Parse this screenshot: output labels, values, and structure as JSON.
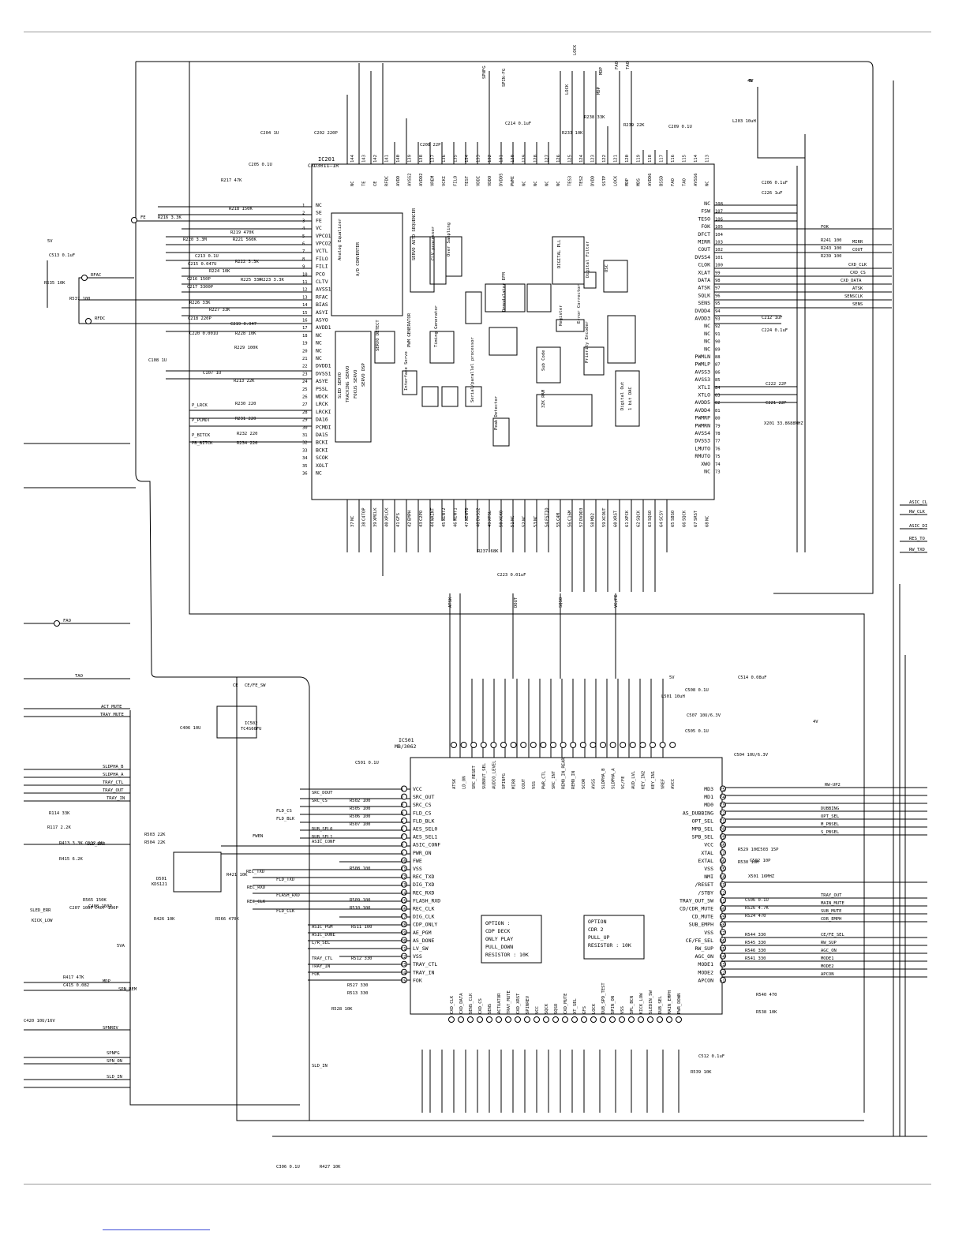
{
  "colors": {
    "line": "#000000",
    "separator": "#9a9a9a",
    "link": "#3b4bd6"
  },
  "ic201": {
    "ref": "IC201",
    "part": "CXD3011–1R",
    "left_pins": [
      {
        "n": "1",
        "name": "NC"
      },
      {
        "n": "2",
        "name": "SE"
      },
      {
        "n": "3",
        "name": "FE"
      },
      {
        "n": "4",
        "name": "VC"
      },
      {
        "n": "5",
        "name": "VPCO1"
      },
      {
        "n": "6",
        "name": "VPCO2"
      },
      {
        "n": "7",
        "name": "VCTL"
      },
      {
        "n": "8",
        "name": "FILO"
      },
      {
        "n": "9",
        "name": "FILI"
      },
      {
        "n": "10",
        "name": "PCO"
      },
      {
        "n": "11",
        "name": "CLTV"
      },
      {
        "n": "12",
        "name": "AVSS1"
      },
      {
        "n": "13",
        "name": "RFAC"
      },
      {
        "n": "14",
        "name": "BIAS"
      },
      {
        "n": "15",
        "name": "ASYI"
      },
      {
        "n": "16",
        "name": "ASYO"
      },
      {
        "n": "17",
        "name": "AVDD1"
      },
      {
        "n": "18",
        "name": "NC"
      },
      {
        "n": "19",
        "name": "NC"
      },
      {
        "n": "20",
        "name": "NC"
      },
      {
        "n": "21",
        "name": "NC"
      },
      {
        "n": "22",
        "name": "DVDD1"
      },
      {
        "n": "23",
        "name": "DVSS1"
      },
      {
        "n": "24",
        "name": "ASYE"
      },
      {
        "n": "25",
        "name": "PSSL"
      },
      {
        "n": "26",
        "name": "WDCK"
      },
      {
        "n": "27",
        "name": "LRCK"
      },
      {
        "n": "28",
        "name": "LRCKI"
      },
      {
        "n": "29",
        "name": "DA16"
      },
      {
        "n": "30",
        "name": "PCMDI"
      },
      {
        "n": "31",
        "name": "DA15"
      },
      {
        "n": "32",
        "name": "BCKI"
      },
      {
        "n": "33",
        "name": "BCKI"
      },
      {
        "n": "34",
        "name": "SCOK"
      },
      {
        "n": "35",
        "name": "XOLT"
      },
      {
        "n": "36",
        "name": "NC"
      }
    ],
    "right_pins": [
      {
        "n": "108",
        "name": "NC"
      },
      {
        "n": "107",
        "name": "FSW"
      },
      {
        "n": "106",
        "name": "TESO"
      },
      {
        "n": "105",
        "name": "FOK"
      },
      {
        "n": "104",
        "name": "DFCT"
      },
      {
        "n": "103",
        "name": "MIRR"
      },
      {
        "n": "102",
        "name": "COUT"
      },
      {
        "n": "101",
        "name": "DVSS4"
      },
      {
        "n": "100",
        "name": "CLOK"
      },
      {
        "n": "99",
        "name": "XLAT"
      },
      {
        "n": "98",
        "name": "DATA"
      },
      {
        "n": "97",
        "name": "ATSK"
      },
      {
        "n": "96",
        "name": "SQLK"
      },
      {
        "n": "95",
        "name": "SENS"
      },
      {
        "n": "94",
        "name": "DVDD4"
      },
      {
        "n": "93",
        "name": "AVDD3"
      },
      {
        "n": "92",
        "name": "NC"
      },
      {
        "n": "91",
        "name": "NC"
      },
      {
        "n": "90",
        "name": "NC"
      },
      {
        "n": "89",
        "name": "NC"
      },
      {
        "n": "88",
        "name": "PWMLN"
      },
      {
        "n": "87",
        "name": "PWMLP"
      },
      {
        "n": "86",
        "name": "AVSS3"
      },
      {
        "n": "85",
        "name": "AVSS3"
      },
      {
        "n": "84",
        "name": "XTLI"
      },
      {
        "n": "83",
        "name": "XTLO"
      },
      {
        "n": "82",
        "name": "AVDD5"
      },
      {
        "n": "81",
        "name": "AVDD4"
      },
      {
        "n": "80",
        "name": "PWMRP"
      },
      {
        "n": "79",
        "name": "PWMRN"
      },
      {
        "n": "78",
        "name": "AVSS4"
      },
      {
        "n": "77",
        "name": "DVSS3"
      },
      {
        "n": "76",
        "name": "LMUTO"
      },
      {
        "n": "75",
        "name": "RMUTO"
      },
      {
        "n": "74",
        "name": "XWO"
      },
      {
        "n": "73",
        "name": "NC"
      }
    ],
    "top_pins": [
      "NC",
      "TE",
      "CE",
      "RFDC",
      "AVDD",
      "AVSS2",
      "AVDD2",
      "VREM",
      "VCKI",
      "FILO",
      "TEST",
      "VDDI",
      "VDDO",
      "DVDD5",
      "PWMI",
      "NC",
      "NC",
      "NC",
      "NC",
      "TES3",
      "TES2",
      "DVDD",
      "SSTP",
      "LOCK",
      "MDP",
      "MDS",
      "AVDD6",
      "BSSD",
      "FAO",
      "TAO",
      "AVSS6",
      "NC"
    ],
    "bottom_pins": [
      "NC",
      "C4TOP",
      "XMCLK",
      "XPLCK",
      "GFS",
      "EMPH",
      "C2PO",
      "WAINT",
      "WINT2",
      "WINT1",
      "WINT0",
      "DVSS2",
      "XTSL",
      "XCKO",
      "NC",
      "NC",
      "NC",
      "FSTIO",
      "C4M",
      "C16M",
      "DVDD3",
      "MD2",
      "XCOUT",
      "XRST",
      "XPCK",
      "SQCK",
      "SQSO",
      "SCSY",
      "SBSO",
      "SQCK",
      "SRST",
      "NC"
    ],
    "internal_blocks": [
      "Analog Equalizer",
      "A/D CONVERTER",
      "SLED SERVO",
      "TRACKING SERVO",
      "FOCUS SERVO",
      "SERVO DSP",
      "SERVO DETECT",
      "PWM GENERATOR",
      "DIGITAL PLL",
      "Interface Servo",
      "Demodulator EFM",
      "Sub Code",
      "Error Corrector",
      "Register",
      "32K RAM",
      "Serial/parallel processor",
      "Digital Out",
      "1 bit DAC",
      "Digital Filter",
      "OSC",
      "SERVO AUTO SEQUENCER",
      "CLV processor",
      "Over Sampling",
      "Timing Generator",
      "Peak Detector",
      "Priority Encoder"
    ]
  },
  "ic501": {
    "ref": "IC501",
    "part": "MB/3062",
    "left_pins": [
      {
        "n": "1",
        "name": "VCC"
      },
      {
        "n": "2",
        "name": "SRC_OUT"
      },
      {
        "n": "3",
        "name": "SRC_CS"
      },
      {
        "n": "4",
        "name": "FLD_CS"
      },
      {
        "n": "5",
        "name": "FLD_BLK"
      },
      {
        "n": "6",
        "name": "AES_SEL0"
      },
      {
        "n": "7",
        "name": "AES_SEL1"
      },
      {
        "n": "8",
        "name": "ASIC_CONF"
      },
      {
        "n": "9",
        "name": "PWR_ON"
      },
      {
        "n": "10",
        "name": "FWE"
      },
      {
        "n": "11",
        "name": "VSS"
      },
      {
        "n": "12",
        "name": "REC_TXD"
      },
      {
        "n": "13",
        "name": "DIG_TXD"
      },
      {
        "n": "14",
        "name": "REC_RXD"
      },
      {
        "n": "15",
        "name": "FLASH_RXD"
      },
      {
        "n": "16",
        "name": "REC_CLK"
      },
      {
        "n": "17",
        "name": "DIG_CLK"
      },
      {
        "n": "18",
        "name": "CDP_ONLY"
      },
      {
        "n": "19",
        "name": "AE_PGM"
      },
      {
        "n": "20",
        "name": "AS_DONE"
      },
      {
        "n": "21",
        "name": "LV_SW"
      },
      {
        "n": "22",
        "name": "VSS"
      },
      {
        "n": "23",
        "name": "TRAY_CTL"
      },
      {
        "n": "24",
        "name": "TRAY_IN"
      },
      {
        "n": "25",
        "name": "FOK"
      }
    ],
    "right_pins": [
      {
        "n": "75",
        "name": "MD3"
      },
      {
        "n": "74",
        "name": "MD1"
      },
      {
        "n": "73",
        "name": "MD0"
      },
      {
        "n": "72",
        "name": "AS_DUBBING"
      },
      {
        "n": "71",
        "name": "OPT_SEL"
      },
      {
        "n": "70",
        "name": "MPB_SEL"
      },
      {
        "n": "69",
        "name": "SPB_SEL"
      },
      {
        "n": "68",
        "name": "VCC"
      },
      {
        "n": "67",
        "name": "XTAL"
      },
      {
        "n": "66",
        "name": "EXTAL"
      },
      {
        "n": "65",
        "name": "VSS"
      },
      {
        "n": "64",
        "name": "NMI"
      },
      {
        "n": "63",
        "name": "/RESET"
      },
      {
        "n": "62",
        "name": "/STBY"
      },
      {
        "n": "61",
        "name": "TRAY_OUT_SW"
      },
      {
        "n": "60",
        "name": "CD/CDR_MUTE"
      },
      {
        "n": "59",
        "name": "CD_MUTE"
      },
      {
        "n": "58",
        "name": "SUB_EMPH"
      },
      {
        "n": "57",
        "name": "VSS"
      },
      {
        "n": "56",
        "name": "CE/FE_SEL"
      },
      {
        "n": "55",
        "name": "RW_SUP"
      },
      {
        "n": "54",
        "name": "AGC_ON"
      },
      {
        "n": "53",
        "name": "MODE1"
      },
      {
        "n": "52",
        "name": "MODE2"
      },
      {
        "n": "51",
        "name": "APCON"
      }
    ],
    "top_pins": [
      "ATSK",
      "LD_ON",
      "SRC_RESET",
      "SUBOUT_SEL",
      "AUDIO_LEVEL",
      "SPINFG",
      "MIRR",
      "COUT",
      "VSS",
      "PWR_CTL",
      "SRC_INT",
      "REMO_IN_REAR",
      "REMO_IN",
      "SCOR",
      "AVSS",
      "SLDPHA_B",
      "SLDPHA_A",
      "VC/FE",
      "AUD_LVL",
      "KEY_IN2",
      "KEY_IN1",
      "VREF",
      "AVCC"
    ],
    "bottom_pins": [
      "CXD_CLK",
      "CXD_DATA",
      "SENS_CLK",
      "CXD_CS",
      "SENS",
      "ACTUATOR",
      "TRAY_MUTE",
      "CXD_XRST",
      "SPINREV",
      "VCC",
      "SQCK",
      "SQSO",
      "CXD_MUTE",
      "XT_SEL",
      "GFS",
      "LOCK",
      "DUB_SPD_TEST",
      "SPIN_ON",
      "VSS",
      "SPL_BCN",
      "KICK_LOW",
      "SLEDIN_SW",
      "DUB_SEL",
      "MAIN_EMPH",
      "PWR_DOWN"
    ]
  },
  "notes": {
    "option_cdp": [
      "OPTION :",
      "CDP DECK",
      "ONLY PLAY",
      "PULL_DOWN",
      "RESISTOR : 10K"
    ],
    "option_cdr": [
      "OPTION",
      "CDR 2",
      "PULL_UP",
      "RESISTOR : 10K"
    ]
  },
  "ic502": {
    "ref": "IC502",
    "part": "TC4S66FU",
    "d501": "D501",
    "d501_part": "KDS121",
    "ce": "CE",
    "ce_fe_sw": "CE/FE_SW"
  },
  "signals_left": [
    "FE",
    "RFAC",
    "RFDC",
    "FAO",
    "TAO",
    "ACT_MUTE",
    "TRAY_MUTE",
    "SLDPHA_B",
    "SLDPHA_A",
    "TRAY_CTL",
    "TRAY_OUT",
    "TRAY_IN",
    "SLD_ERR",
    "SLED_ERR",
    "KICK_LOW",
    "MDP",
    "SPN_REM",
    "SPNREV",
    "SPNFG",
    "SPN_ON",
    "SLD_IN"
  ],
  "signals_right": [
    "FOK",
    "MIRR",
    "COUT",
    "CXD_CLK",
    "CXD_CS",
    "CXD_DATA",
    "ATSK",
    "SENSCLK",
    "SENS",
    "ASIC_CL",
    "RW_CLK",
    "ASIC_DI",
    "RES_TO",
    "RW_TXD",
    "RW-UP2",
    "DUBBING",
    "OPT_SEL",
    "M_PBSEL",
    "S_PBSEL",
    "TRAY_OUT",
    "MAIN_MUTE",
    "SUB_MUTE",
    "CDR_EMPH",
    "CE/FE_SEL",
    "RW_SUP",
    "AGC_ON",
    "MODE1",
    "MODE2",
    "APCON"
  ],
  "signals_top": [
    "LOCK",
    "MDP",
    "FAO",
    "TAO",
    "SPNFG",
    "SPIN-FG",
    "LOCK",
    "MDP",
    "4V"
  ],
  "signals_mid": [
    "ATSK",
    "DOUT",
    "SQSO",
    "VC/FE"
  ],
  "components": [
    "C202 220P",
    "C204 1U",
    "C205 0.1U",
    "R217 47K",
    "R218 150K",
    "R216 3.3K",
    "R220 3.3M",
    "R219 470K",
    "R221 560K",
    "C213 0.1U",
    "C215 0.047U",
    "C216 150P",
    "C217 3300P",
    "R222 3.3K",
    "R224 10K",
    "R225 33K",
    "R223 3.3K",
    "R226 33K",
    "R227 33K",
    "C218 220P",
    "C219 0.047",
    "C220 0.001U",
    "R228 10K",
    "R229 100K",
    "C108 1U",
    "C107 1U",
    "R213 22K",
    "R230 220",
    "R231 220",
    "R232 220",
    "R234 220",
    "C214 0.1uF",
    "C208 22P",
    "R233 10K",
    "R238 33K",
    "R239 22K",
    "C209 0.1U",
    "L203 10uH",
    "C206 0.1uF",
    "C226 1uF",
    "R241 100",
    "R243 100",
    "R239 100",
    "C212 1uF",
    "C224 0.1uF",
    "C222 22P",
    "C221 22P",
    "X201 33.8688MHZ",
    "C223 0.01uF",
    "R237 68K",
    "C501 0.1U",
    "L501 10uH",
    "C508 0.1U",
    "C507 10U/6.3V",
    "C505 0.1U",
    "C504 10U/6.3V",
    "C514 0.08uF",
    "R503 22K",
    "R504 22K",
    "R502 100",
    "R505 100",
    "R506 100",
    "R507 100",
    "R508 100",
    "R509 100",
    "R510 100",
    "R511 100",
    "R512 330",
    "R527 330",
    "R513 330",
    "R528 10K",
    "R529 100",
    "R530 10K",
    "C502 10P",
    "C503 15P",
    "X501 16MHZ",
    "C506 0.1U",
    "R526 4.7K",
    "R524 470",
    "R544 330",
    "R545 330",
    "R546 330",
    "R541 330",
    "R540 470",
    "R538 10K",
    "R539 10K",
    "C512 0.1uF",
    "C513 0.1uF",
    "R535 10K",
    "R537 100",
    "R114 33K",
    "R117 2.2K",
    "C112 1U",
    "R413 3.3K",
    "R415 6.2K",
    "R417 47K",
    "C415 0.082",
    "R426 10K",
    "R421 10K",
    "R566 470K",
    "R565 150K",
    "C207 100P",
    "C408 150P",
    "C407 100P",
    "C406 10U",
    "C420 10U/16V",
    "C306 0.1U",
    "R427 10K"
  ],
  "power_labels": [
    "4V",
    "5V",
    "4V",
    "5V",
    "5VA"
  ],
  "tag_labels": [
    "P_LRCK",
    "P_PCMDT",
    "P_BITCK",
    "PB_BITCK",
    "FWEN",
    "SRC_DOUT",
    "SRC_CS",
    "FLD_CS",
    "FLD_BLK",
    "DUB_SEL0",
    "DUB_SEL1",
    "ASIC_CONF",
    "REC_TXD",
    "FLD_TXD",
    "REC_RXD",
    "FLASH_RXD",
    "REC_CLK",
    "FLD_CLK",
    "ASIC_PGM",
    "ASIC_DONE",
    "L/R_SEL",
    "TRAY_CTL",
    "TRAY_IN",
    "FOK",
    "SLD_IN"
  ]
}
